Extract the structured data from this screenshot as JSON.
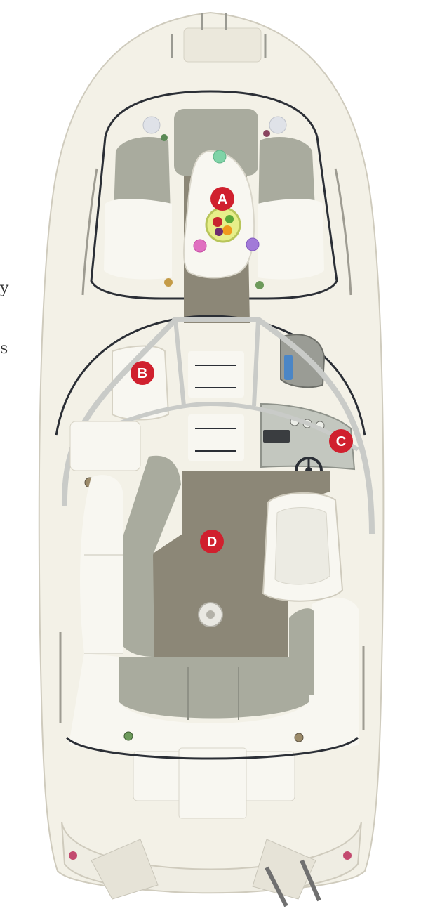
{
  "colors": {
    "hull": "#f3f1e7",
    "hull_shadow": "#e2dfd2",
    "gunwale": "#ebe8dc",
    "seat_gray": "#a9ab9e",
    "seat_gray_dark": "#8f9186",
    "seat_white": "#f8f7f1",
    "carpet": "#8c8777",
    "carpet_dark": "#6f6a5b",
    "trim_dark": "#2b2f36",
    "windshield": "#c9cbc8",
    "marker": "#d0202e"
  },
  "markers": [
    {
      "id": "A",
      "label": "A"
    },
    {
      "id": "B",
      "label": "B"
    },
    {
      "id": "C",
      "label": "C"
    },
    {
      "id": "D",
      "label": "D"
    }
  ],
  "edge_text": [
    "y",
    "s"
  ],
  "icons": {
    "helm": "steering-wheel-icon",
    "drain": "drain-icon"
  }
}
